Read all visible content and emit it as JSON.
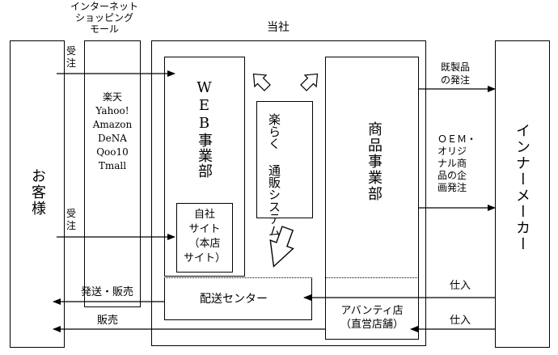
{
  "header": {
    "mall_title": "インターネット\nショッピング\nモール",
    "company_title": "当社"
  },
  "customer": {
    "label": "お客様"
  },
  "maker": {
    "label": "インナーメーカー"
  },
  "mall": {
    "list": "楽天\nYahoo!\nAmazon\nDeNA\nQoo10\nTmall"
  },
  "web_dept": {
    "label": "WEB事業部"
  },
  "own_site": {
    "label": "自社\nサイト\n（本店\nサイト）"
  },
  "system": {
    "label": "楽らく\n通販システム"
  },
  "product_dept": {
    "label": "商品事業部"
  },
  "delivery_center": {
    "label": "配送センター"
  },
  "store": {
    "label": "アバンティ店\n（直営店舗）"
  },
  "flows": {
    "order_1": "受\n注",
    "order_2": "受\n注",
    "ship_sell": "発送・販売",
    "sell": "販売",
    "existing_order": "既製品\nの発注",
    "oem_order": "ＯＥＭ・\nオリジ\nナル商\n品の企\n画発注",
    "purchase_1": "仕入",
    "purchase_2": "仕入"
  }
}
